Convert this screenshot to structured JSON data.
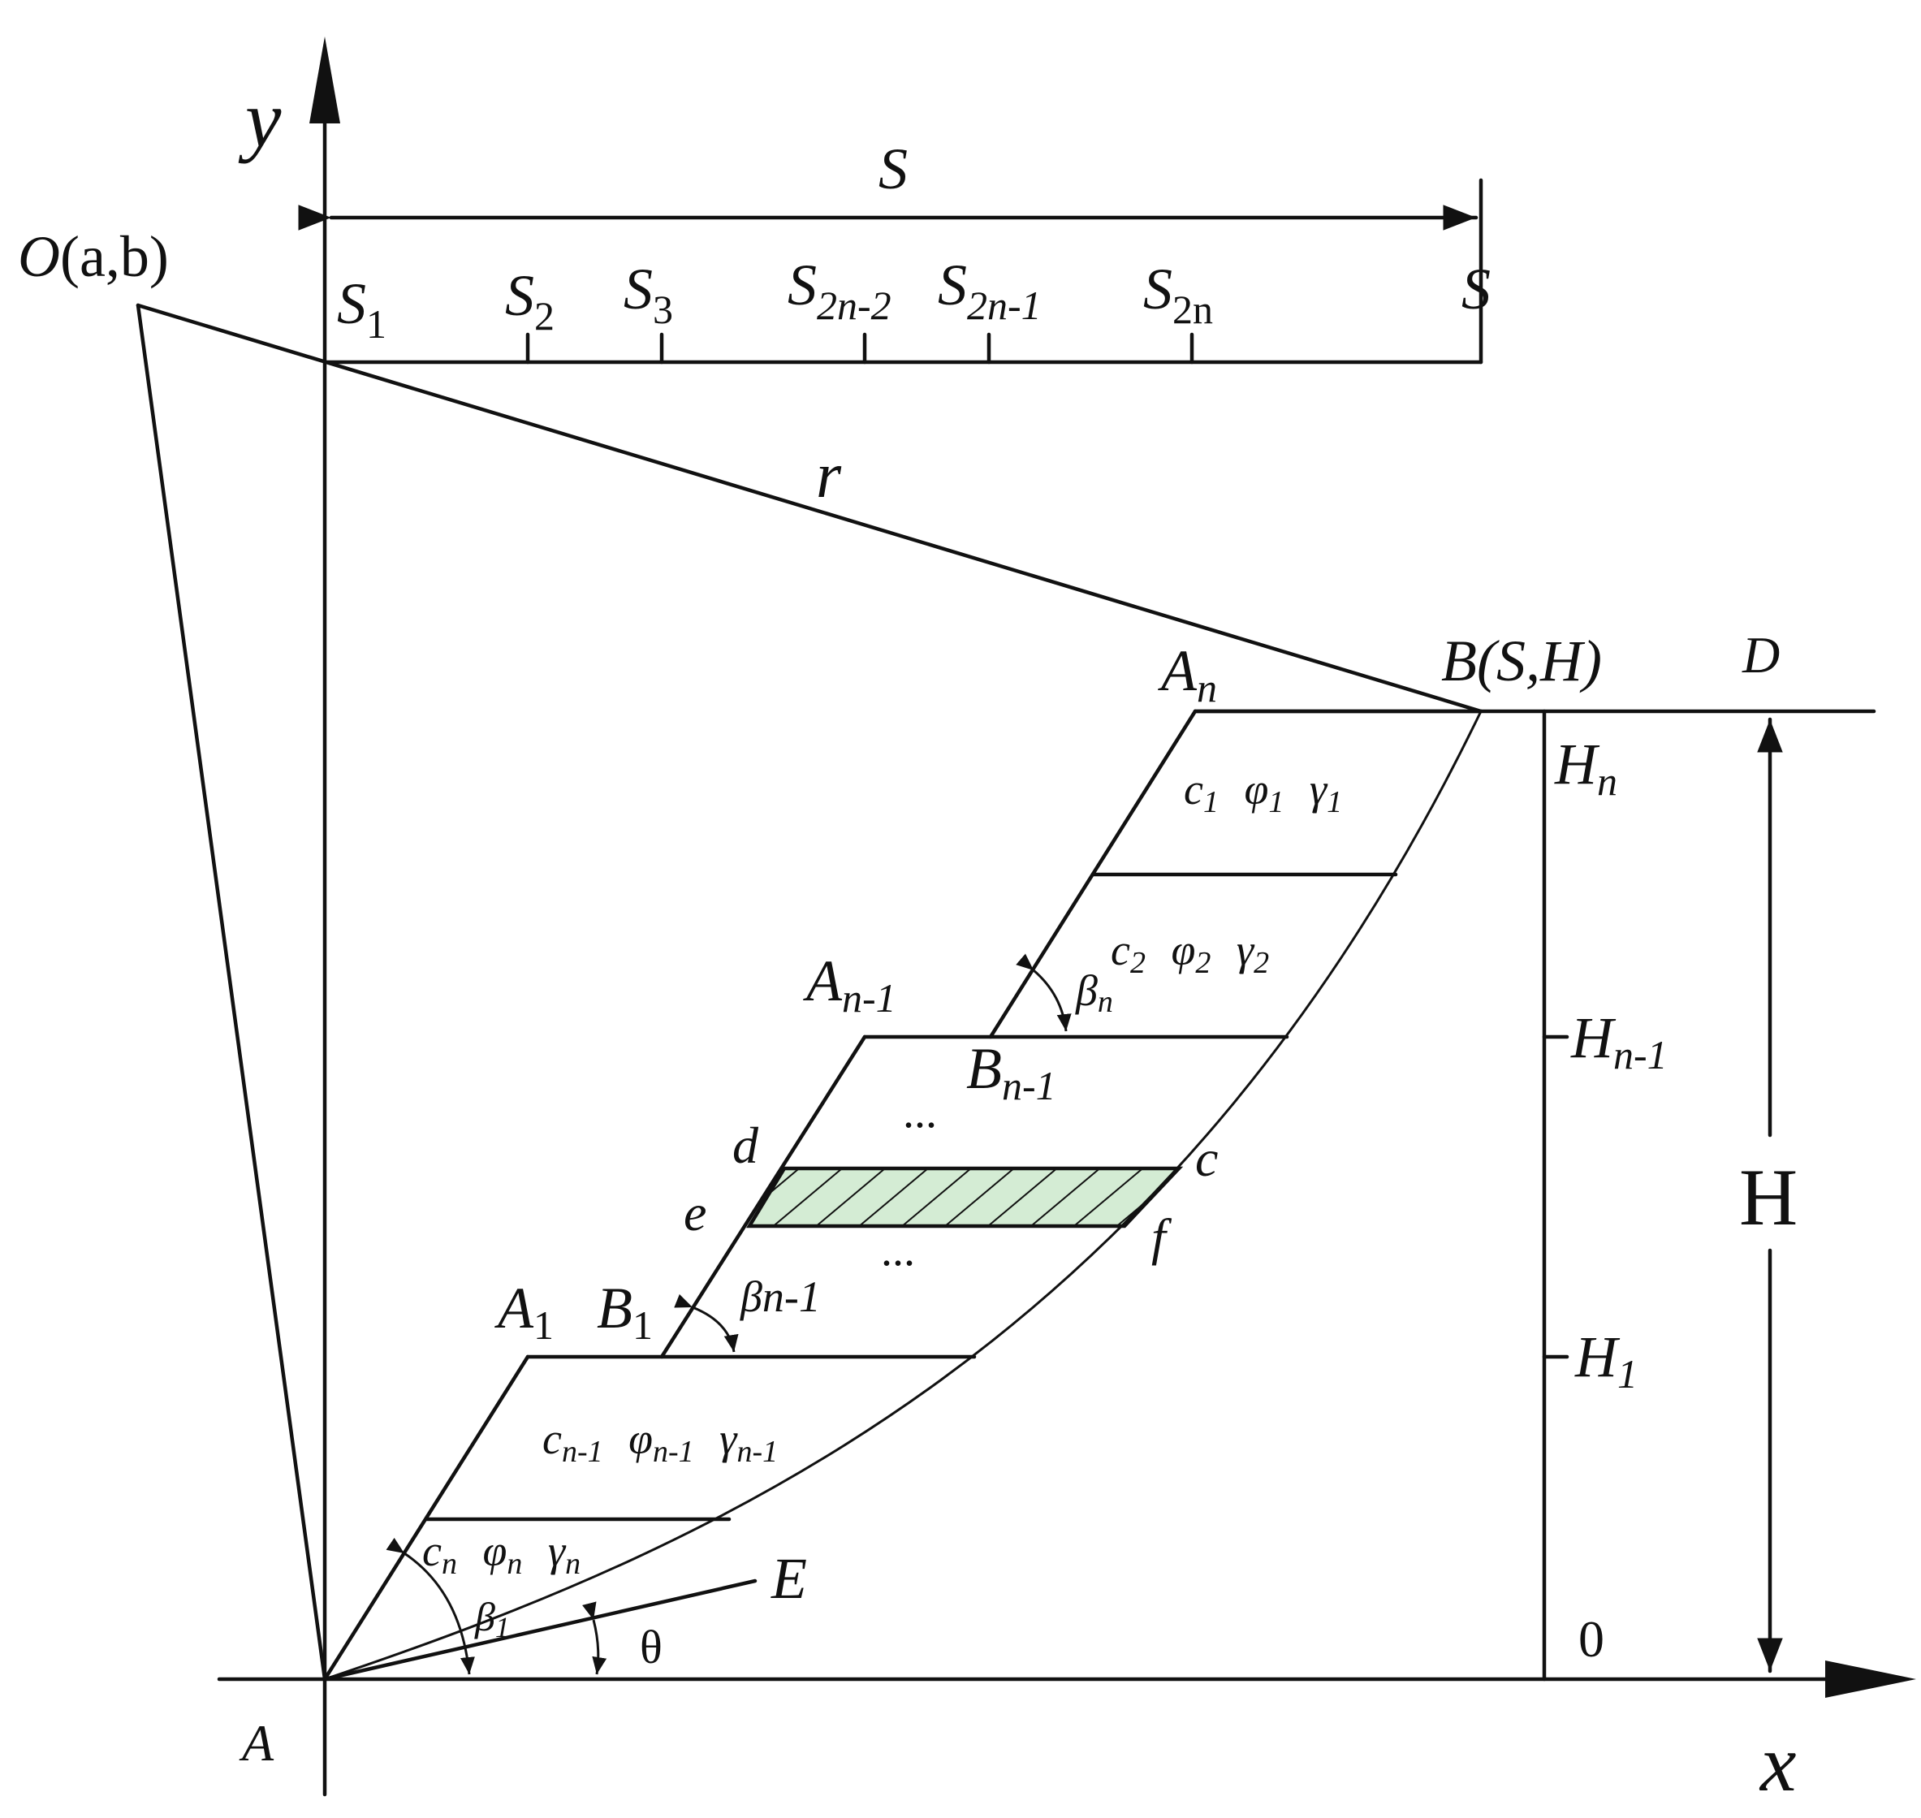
{
  "labels": {
    "y_axis": "y",
    "x_axis": "x",
    "O": "O",
    "O_coord": "(a,b)",
    "S_top": "S",
    "S1": "S",
    "S1_sub": "1",
    "S2": "S",
    "S2_sub": "2",
    "S3": "S",
    "S3_sub": "3",
    "S2n2": "S",
    "S2n2_sub": "2n-2",
    "S2n1": "S",
    "S2n1_sub": "2n-1",
    "S2n": "S",
    "S2n_sub": "2n",
    "S_end": "S",
    "r": "r",
    "B": "B",
    "B_coord": "(S,H)",
    "D": "D",
    "An": "A",
    "An_sub": "n",
    "An1": "A",
    "An1_sub": "n-1",
    "A1": "A",
    "A1_sub": "1",
    "B1": "B",
    "B1_sub": "1",
    "Bn1": "B",
    "Bn1_sub": "n-1",
    "A": "A",
    "E": "E",
    "theta": "θ",
    "d": "d",
    "c": "c",
    "e": "e",
    "f": "f",
    "Hn": "H",
    "Hn_sub": "n",
    "Hn1": "H",
    "Hn1_sub": "n-1",
    "H1": "H",
    "H1_sub": "1",
    "zero": "0",
    "H_total": "H",
    "dots_upper": "...",
    "dots_lower": "...",
    "layer1": {
      "c": "c",
      "c_sub": "1",
      "phi": "φ",
      "phi_sub": "1",
      "gamma": "γ",
      "gamma_sub": "1"
    },
    "layer2": {
      "c": "c",
      "c_sub": "2",
      "phi": "φ",
      "phi_sub": "2",
      "gamma": "γ",
      "gamma_sub": "2"
    },
    "layer_n1": {
      "c": "c",
      "c_sub": "n-1",
      "phi": "φ",
      "phi_sub": "n-1",
      "gamma": "γ",
      "gamma_sub": "n-1"
    },
    "layer_n": {
      "c": "c",
      "c_sub": "n",
      "phi": "φ",
      "phi_sub": "n",
      "gamma": "γ",
      "gamma_sub": "n"
    },
    "beta_n": "β",
    "beta_n_sub": "n",
    "beta_n1": "βn-1",
    "beta_1": "β",
    "beta_1_sub": "1"
  },
  "colors": {
    "line": "#111111",
    "hatch_fill": "#d4ecd4"
  }
}
